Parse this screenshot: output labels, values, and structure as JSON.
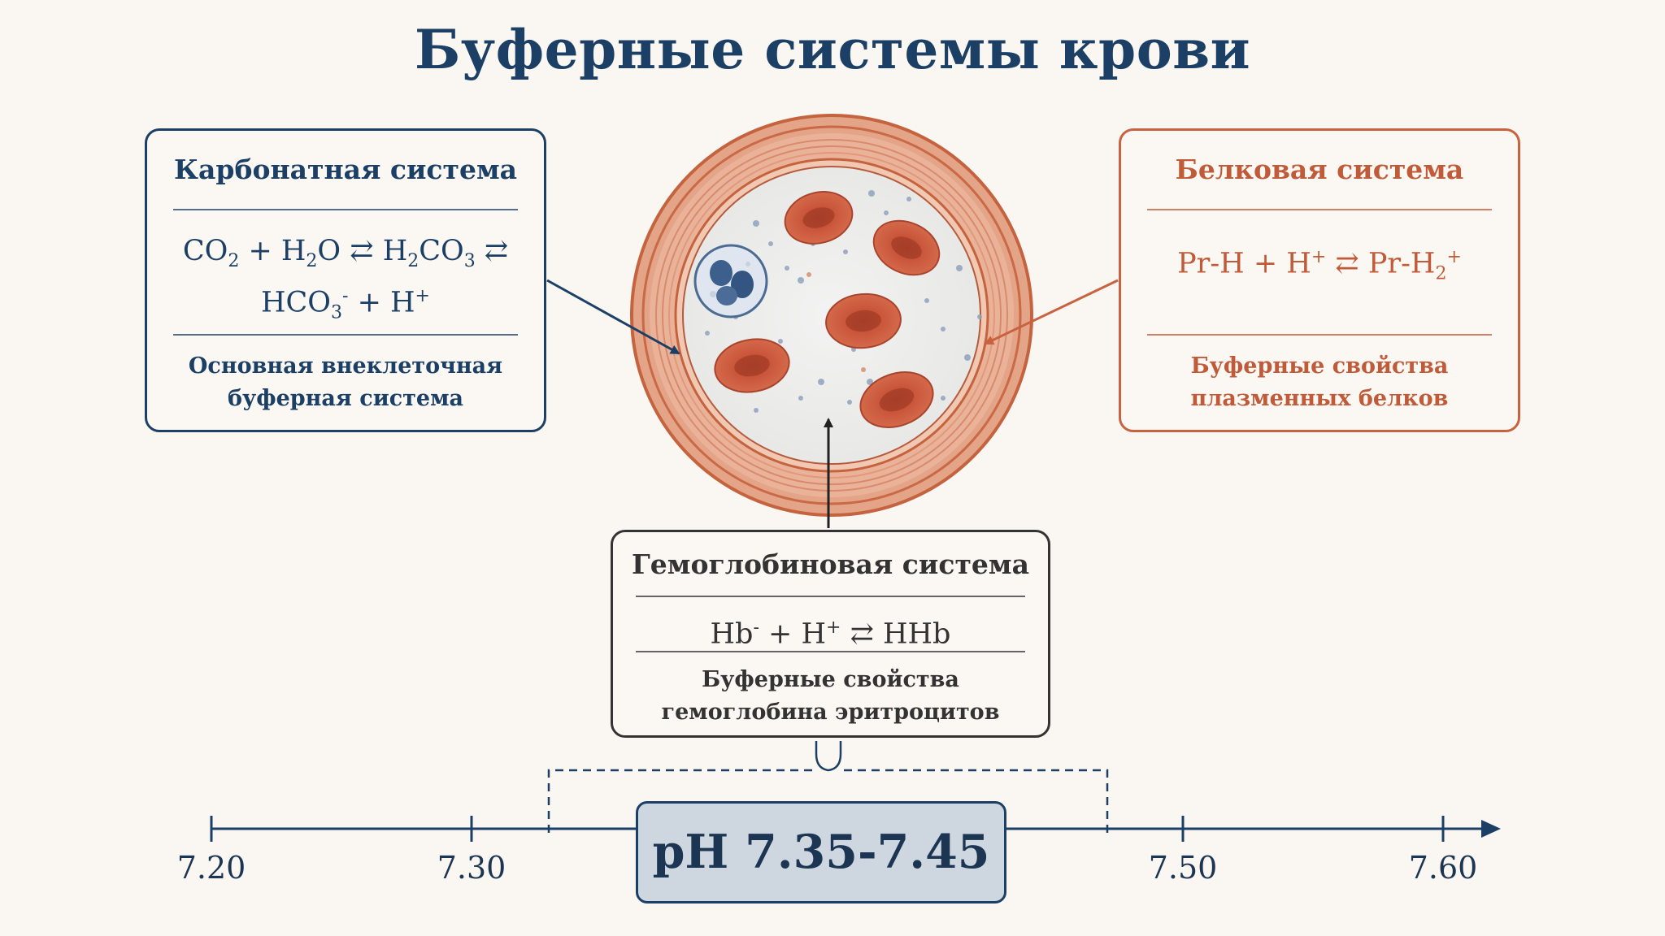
{
  "title": "Буферные системы крови",
  "carbonate": {
    "title": "Карбонатная система",
    "equation_line1": [
      "CO",
      "2",
      " + H",
      "2",
      "O ⇄ H",
      "2",
      "CO",
      "3",
      " ⇄"
    ],
    "equation_line2": [
      "HCO",
      "3",
      "-",
      " + H",
      "+"
    ],
    "description": [
      "Основная внеклеточная",
      "буферная система"
    ]
  },
  "protein": {
    "title": "Белковая система",
    "equation": [
      "Pr-H + H",
      "+",
      " ⇄ Pr-H",
      "2",
      "+"
    ],
    "description": [
      "Буферные свойства",
      "плазменных белков"
    ]
  },
  "hemoglobin": {
    "title": "Гемоглобиновая система",
    "equation": [
      "Hb",
      "-",
      " + H",
      "+",
      " ⇄ HHb"
    ],
    "description": [
      "Буферные свойства",
      "гемоглобина эритроцитов"
    ]
  },
  "ph_range": {
    "label": "pH 7.35-7.45",
    "low": 7.35,
    "high": 7.45
  },
  "axis": {
    "ticks": [
      "7.20",
      "7.30",
      "7.50",
      "7.60"
    ]
  },
  "colors": {
    "navy": "#1c3f66",
    "rust": "#c8623f",
    "dark": "#333333",
    "rbc": "#c9553a"
  }
}
